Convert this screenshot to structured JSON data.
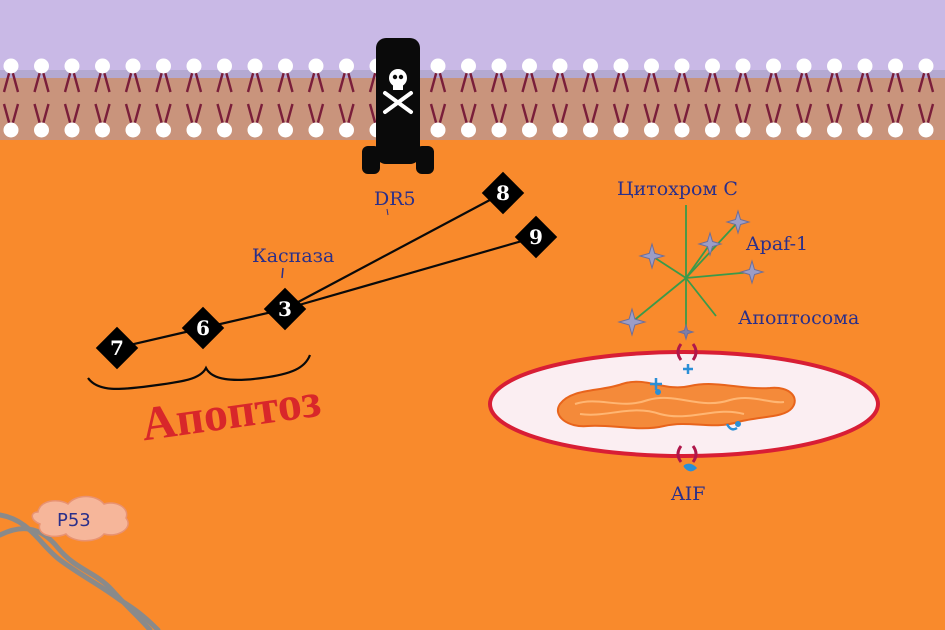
{
  "receptor": {
    "label": "DR5",
    "icon": "skull-crossbones-icon"
  },
  "caspase": {
    "label": "Каспаза",
    "nodes": [
      {
        "id": "7",
        "label": "7"
      },
      {
        "id": "6",
        "label": "6"
      },
      {
        "id": "3",
        "label": "3"
      },
      {
        "id": "8",
        "label": "8"
      },
      {
        "id": "9",
        "label": "9"
      }
    ],
    "links": [
      [
        "7",
        "6"
      ],
      [
        "6",
        "3"
      ],
      [
        "3",
        "8"
      ],
      [
        "3",
        "9"
      ]
    ]
  },
  "apoptosis_title": "Апоптоз",
  "mitochondria": {
    "labels": {
      "cytochrome": "Цитохром С",
      "apaf": "Apaf-1",
      "apoptosome": "Апоптосома",
      "aif": "AIF"
    }
  },
  "p53": {
    "label": "P53"
  },
  "colors": {
    "extracellular": "#c9b9e6",
    "cytoplasm": "#f98a2c",
    "membrane_head": "#ffffff",
    "membrane_tail": "#7a1e3a",
    "node_fill": "#000000",
    "title": "#d8272a",
    "label": "#2a2f8a",
    "apoptosome_lines": "#3a9a4a",
    "star": "#8e8fb8",
    "dna": "#8a8a8a"
  }
}
